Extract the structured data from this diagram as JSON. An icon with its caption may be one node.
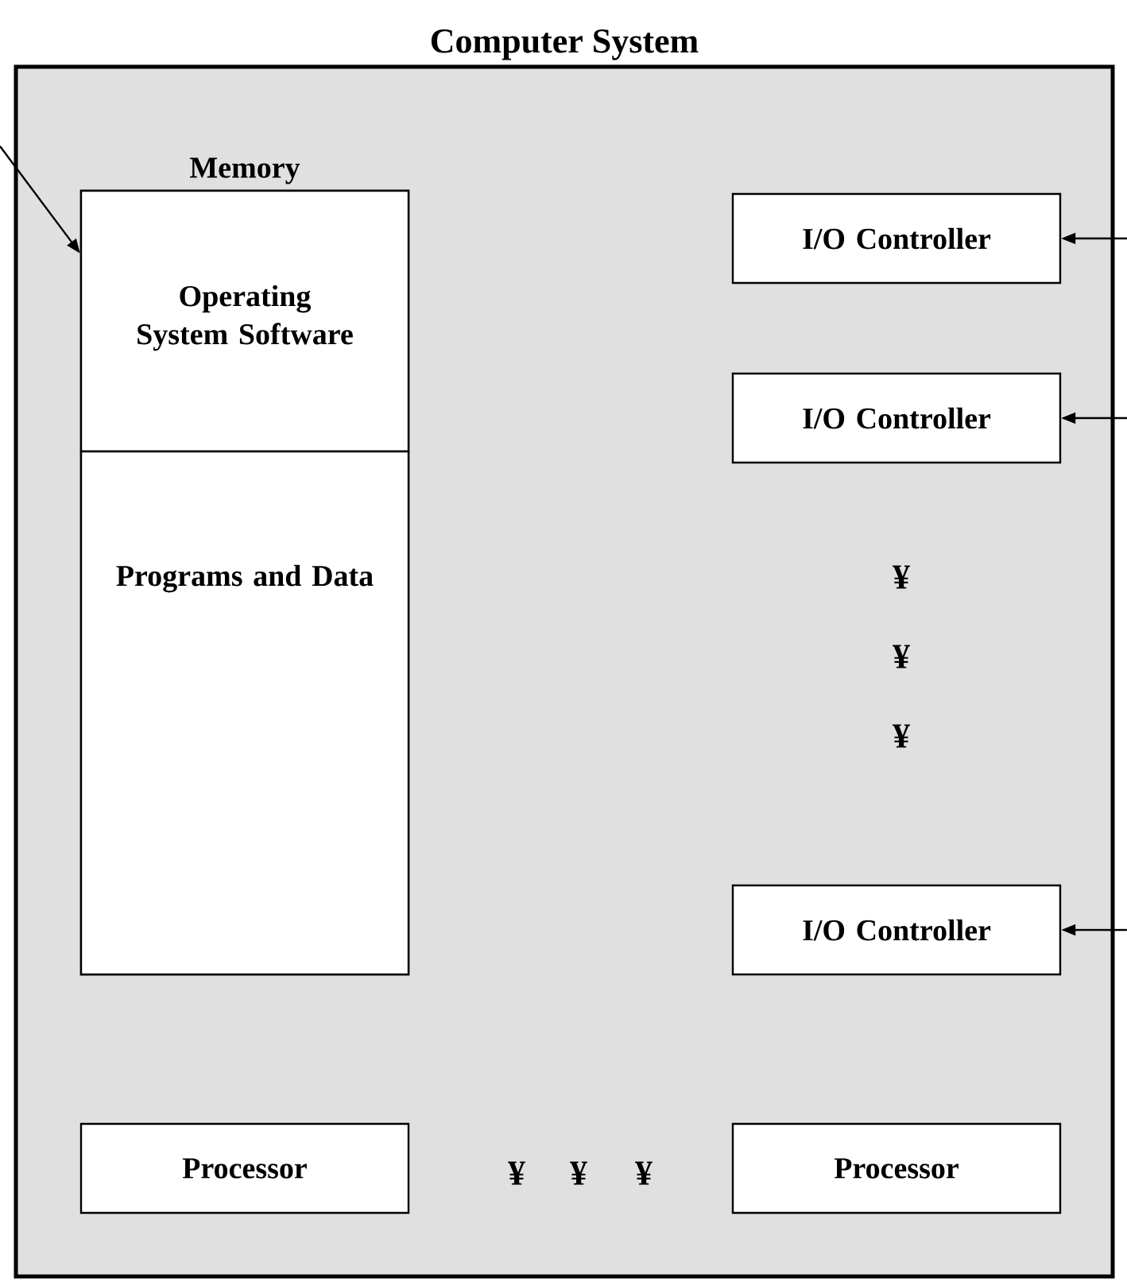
{
  "diagram": {
    "nodes": [
      {
        "text": [
          "Computer System"
        ]
      },
      {
        "text": [
          "Memory"
        ],
        "in": 0
      },
      {
        "text": [
          "Operating System Software"
        ],
        "in": 1
      },
      {
        "text": [
          "Programs and Data"
        ],
        "in": 1
      },
      {
        "text": [
          "I/O Controller"
        ],
        "in": 0
      },
      {
        "text": [
          "I/O Controller"
        ],
        "in": 0
      },
      {
        "text": [
          "I/O Controller"
        ],
        "in": 0
      },
      {
        "text": [
          "Processor"
        ],
        "in": 0
      },
      {
        "text": [
          "Processor"
        ],
        "in": 0
      }
    ],
    "edges": [
      {
        "from": null,
        "to": 2,
        "arrow": "to"
      },
      {
        "from": null,
        "to": 4,
        "arrow": "to"
      },
      {
        "from": null,
        "to": 5,
        "arrow": "to"
      },
      {
        "from": null,
        "to": 6,
        "arrow": "to"
      }
    ],
    "labels": [
      "¥",
      "¥",
      "¥",
      "¥",
      "¥",
      "¥"
    ]
  }
}
